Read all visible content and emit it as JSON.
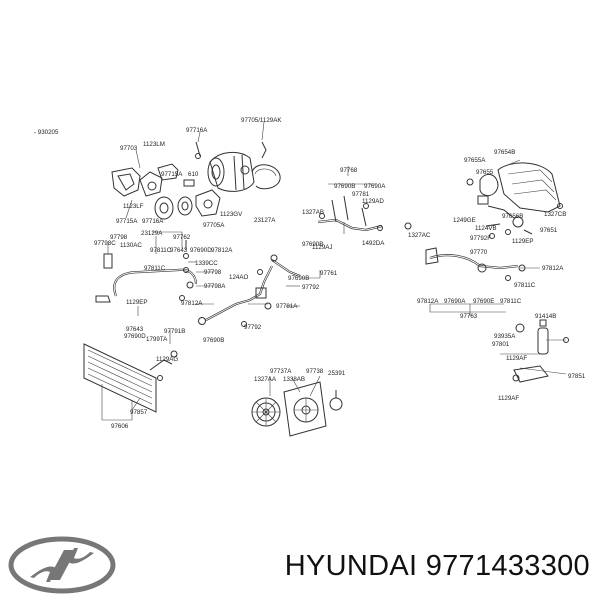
{
  "diagram": {
    "ref_code": "- 930205",
    "labels": [
      "97703",
      "1123LM",
      "97716A",
      "97705/1129AK",
      "97715A",
      "610",
      "97715A",
      "97716A",
      "1123LF",
      "97705A",
      "1123GV",
      "23127A",
      "23129A",
      "97798",
      "97762",
      "1130AC",
      "97798C",
      "97811C",
      "97643",
      "97690D",
      "97812A",
      "1339CC",
      "97798",
      "97798A",
      "124AO",
      "97811C",
      "1129EP",
      "97812A",
      "97643",
      "97690D",
      "1799TA",
      "97791B",
      "1129AG",
      "97606",
      "97857",
      "97768",
      "97690B",
      "97690A",
      "97781",
      "1129AD",
      "1327AB",
      "1129AJ",
      "1492DA",
      "1327AC",
      "97690B",
      "97761",
      "97690B",
      "97792",
      "97781A",
      "97792",
      "97690B",
      "97654B",
      "97655A",
      "97655",
      "1249GE",
      "97656B",
      "1327CB",
      "1124VB",
      "97792F",
      "97651",
      "1129EP",
      "97770",
      "97812A",
      "97811C",
      "97812A",
      "97690A",
      "97690E",
      "97811C",
      "97763",
      "91414B",
      "97801",
      "93935A",
      "1129AF",
      "97851",
      "1129AF",
      "97737A",
      "97738",
      "25391",
      "1327AA",
      "1338AB"
    ]
  },
  "brand": {
    "logo_name": "HYUNDAI logo",
    "text": "HYUNDAI 9771433300"
  }
}
